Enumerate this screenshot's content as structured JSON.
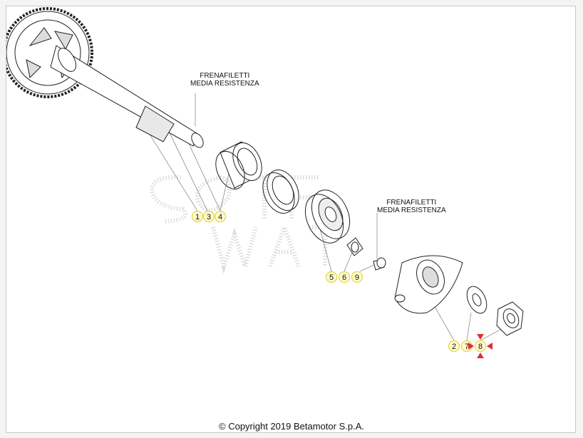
{
  "notes": [
    {
      "line1": "FRENAFILETTI",
      "line2": "MEDIA RESISTENZA"
    },
    {
      "line1": "FRENAFILETTI",
      "line2": "MEDIA RESISTENZA"
    }
  ],
  "callouts": [
    "1",
    "3",
    "4",
    "5",
    "6",
    "9",
    "2",
    "7",
    "8"
  ],
  "copyright": "© Copyright 2019 Betamotor S.p.A.",
  "colors": {
    "callout_fill": "#fffad0",
    "callout_ring": "#e8d640",
    "marker": "#e0302a",
    "line": "#222222"
  }
}
